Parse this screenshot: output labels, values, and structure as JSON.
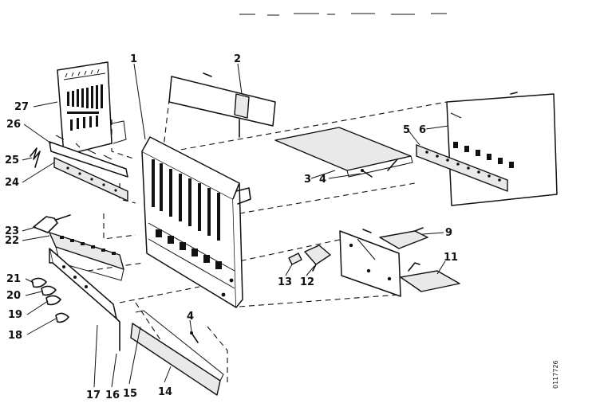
{
  "callouts": [
    {
      "id": "1",
      "label": "1"
    },
    {
      "id": "2",
      "label": "2"
    },
    {
      "id": "3",
      "label": "3"
    },
    {
      "id": "4a",
      "label": "4"
    },
    {
      "id": "4b",
      "label": "4"
    },
    {
      "id": "5",
      "label": "5"
    },
    {
      "id": "6",
      "label": "6"
    },
    {
      "id": "9",
      "label": "9"
    },
    {
      "id": "11",
      "label": "11"
    },
    {
      "id": "12",
      "label": "12"
    },
    {
      "id": "13",
      "label": "13"
    },
    {
      "id": "14",
      "label": "14"
    },
    {
      "id": "15",
      "label": "15"
    },
    {
      "id": "16",
      "label": "16"
    },
    {
      "id": "17",
      "label": "17"
    },
    {
      "id": "18",
      "label": "18"
    },
    {
      "id": "19",
      "label": "19"
    },
    {
      "id": "20",
      "label": "20"
    },
    {
      "id": "21",
      "label": "21"
    },
    {
      "id": "22",
      "label": "22"
    },
    {
      "id": "23",
      "label": "23"
    },
    {
      "id": "24",
      "label": "24"
    },
    {
      "id": "25",
      "label": "25"
    },
    {
      "id": "26",
      "label": "26"
    },
    {
      "id": "27",
      "label": "27"
    }
  ],
  "drawing_code": "0117726",
  "colors": {
    "ink": "#111111",
    "paper": "#ffffff"
  }
}
